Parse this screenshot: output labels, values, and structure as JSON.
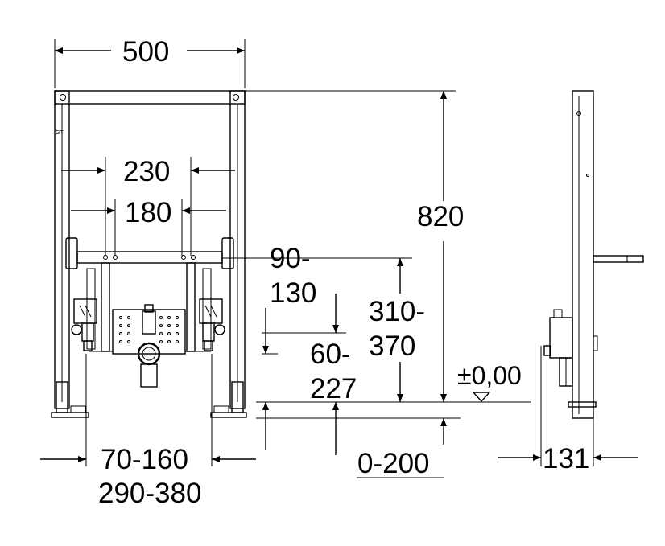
{
  "dimensions": {
    "width_total": "500",
    "spacing_outer": "230",
    "spacing_inner": "180",
    "height_total": "820",
    "supply_height_a": "90-",
    "supply_height_b": "130",
    "outlet_height_a": "310-",
    "outlet_height_b": "370",
    "drain_height_a": "60-",
    "drain_height_b": "227",
    "floor_level": "±0,00",
    "foot_range_inner": "70-160",
    "foot_range_outer": "290-380",
    "floor_adjust": "0-200",
    "depth": "131"
  },
  "frame_mark": "GT"
}
